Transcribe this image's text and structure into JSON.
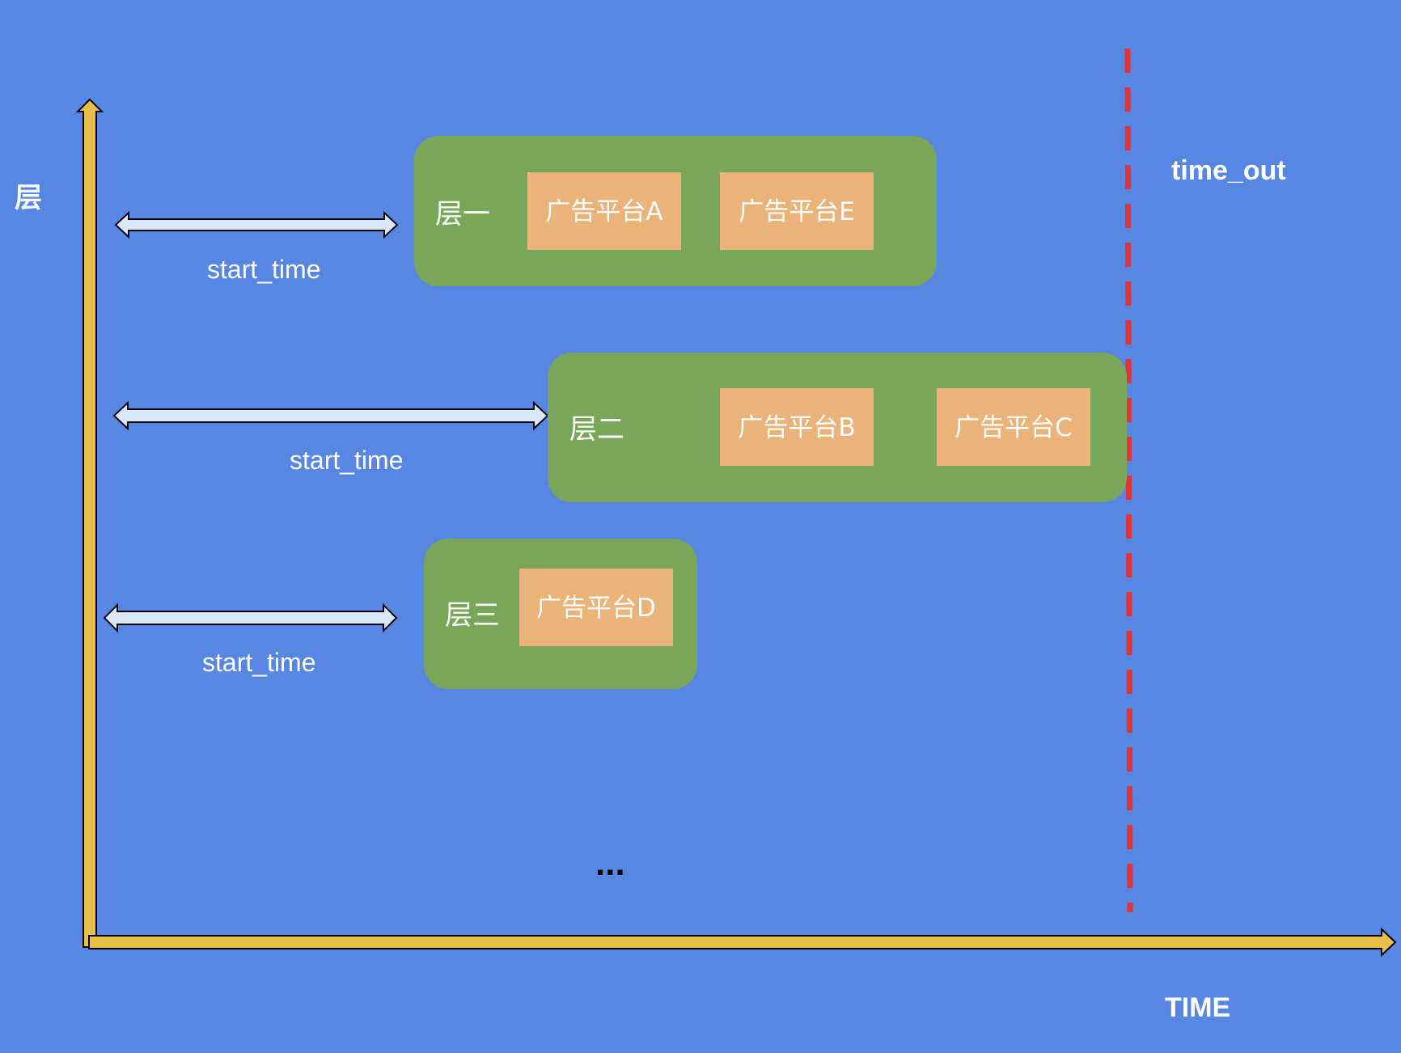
{
  "axes": {
    "y_label": "层",
    "x_label": "TIME",
    "axis_color": "#e8bf4a"
  },
  "timeout": {
    "label": "time_out",
    "line_color": "#e23434"
  },
  "layers": [
    {
      "name": "层一",
      "start_label": "start_time",
      "platforms": [
        "广告平台A",
        "广告平台E"
      ]
    },
    {
      "name": "层二",
      "start_label": "start_time",
      "platforms": [
        "广告平台B",
        "广告平台C"
      ]
    },
    {
      "name": "层三",
      "start_label": "start_time",
      "platforms": [
        "广告平台D"
      ]
    }
  ],
  "ellipsis": "...",
  "colors": {
    "background": "#5787e2",
    "layer_box": "#7aa65a",
    "platform_box": "#eab37a",
    "arrow_fill": "#dbe8f9"
  }
}
